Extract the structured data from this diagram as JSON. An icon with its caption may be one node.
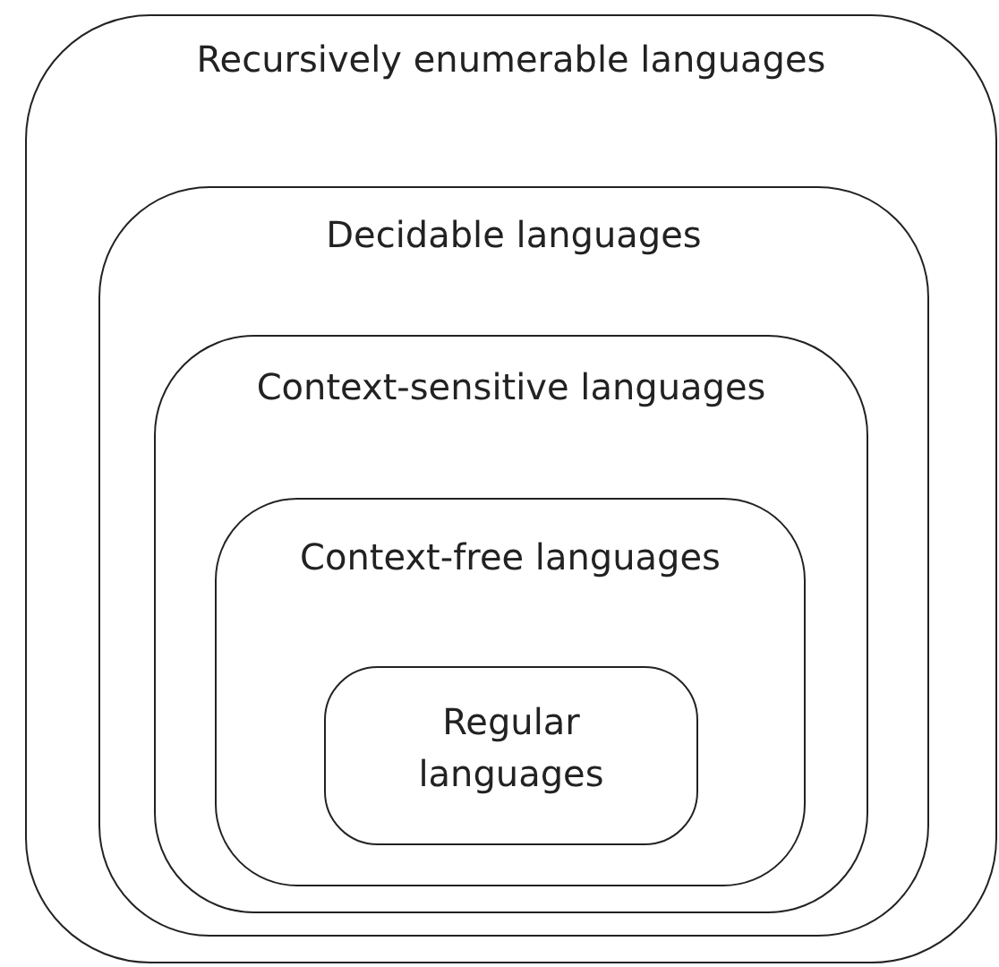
{
  "diagram": {
    "nodes": [
      {
        "text": [
          "Recursively enumerable languages"
        ]
      },
      {
        "text": [
          "Decidable languages"
        ],
        "in": 0
      },
      {
        "text": [
          "Context-sensitive languages"
        ],
        "in": 1
      },
      {
        "text": [
          "Context-free languages"
        ],
        "in": 2
      },
      {
        "text": [
          "Regular languages"
        ],
        "in": 3
      }
    ]
  }
}
